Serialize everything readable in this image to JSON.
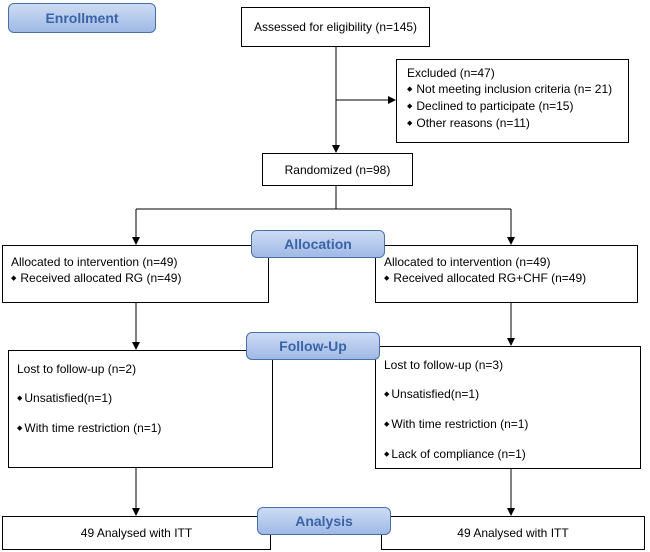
{
  "stages": {
    "enrollment": "Enrollment",
    "allocation": "Allocation",
    "followup": "Follow-Up",
    "analysis": "Analysis"
  },
  "assessed": "Assessed for eligibility (n=145)",
  "excluded": {
    "title": "Excluded (n=47)",
    "items": [
      "Not meeting inclusion criteria (n= 21)",
      "Declined to participate (n=15)",
      "Other reasons (n=11)"
    ]
  },
  "randomized": "Randomized (n=98)",
  "left_arm": {
    "allocated": "Allocated to intervention (n=49)",
    "received": "Received allocated RG (n=49)",
    "lost": "Lost to follow-up (n=2)",
    "reasons": [
      "Unsatisfied(n=1)",
      "With time restriction (n=1)"
    ],
    "analysed": "49 Analysed with ITT"
  },
  "right_arm": {
    "allocated": "Allocated to intervention (n=49)",
    "received": "Received allocated RG+CHF (n=49)",
    "lost": "Lost to follow-up (n=3)",
    "reasons": [
      "Unsatisfied(n=1)",
      "With time restriction (n=1)",
      "Lack of compliance (n=1)"
    ],
    "analysed": "49 Analysed with ITT"
  }
}
